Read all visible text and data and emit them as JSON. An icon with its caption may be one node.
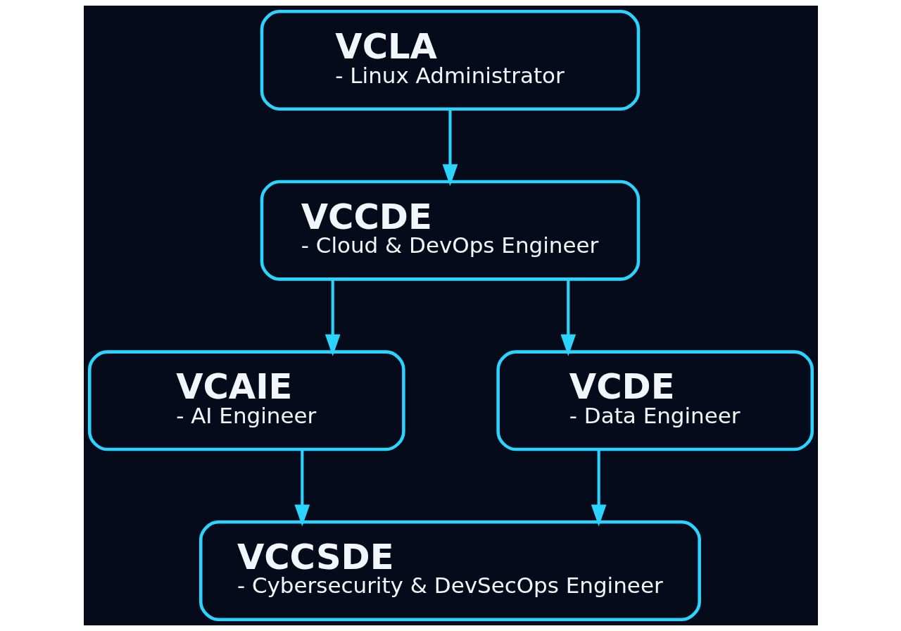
{
  "diagram": {
    "nodes": [
      {
        "text": [
          "VCLA",
          "- Linux Administrator"
        ]
      },
      {
        "text": [
          "VCCDE",
          "- Cloud & DevOps Engineer"
        ]
      },
      {
        "text": [
          "VCAIE",
          "- AI Engineer"
        ]
      },
      {
        "text": [
          "VCDE",
          "- Data Engineer"
        ]
      },
      {
        "text": [
          "VCCSDE",
          "- Cybersecurity & DevSecOps Engineer"
        ]
      }
    ],
    "edges": [
      {
        "from": 0,
        "to": 1,
        "arrow": "to"
      },
      {
        "from": 1,
        "to": 2,
        "arrow": "to"
      },
      {
        "from": 1,
        "to": 3,
        "arrow": "to"
      },
      {
        "from": 2,
        "to": 4,
        "arrow": "to"
      },
      {
        "from": 3,
        "to": 4,
        "arrow": "to"
      }
    ]
  }
}
